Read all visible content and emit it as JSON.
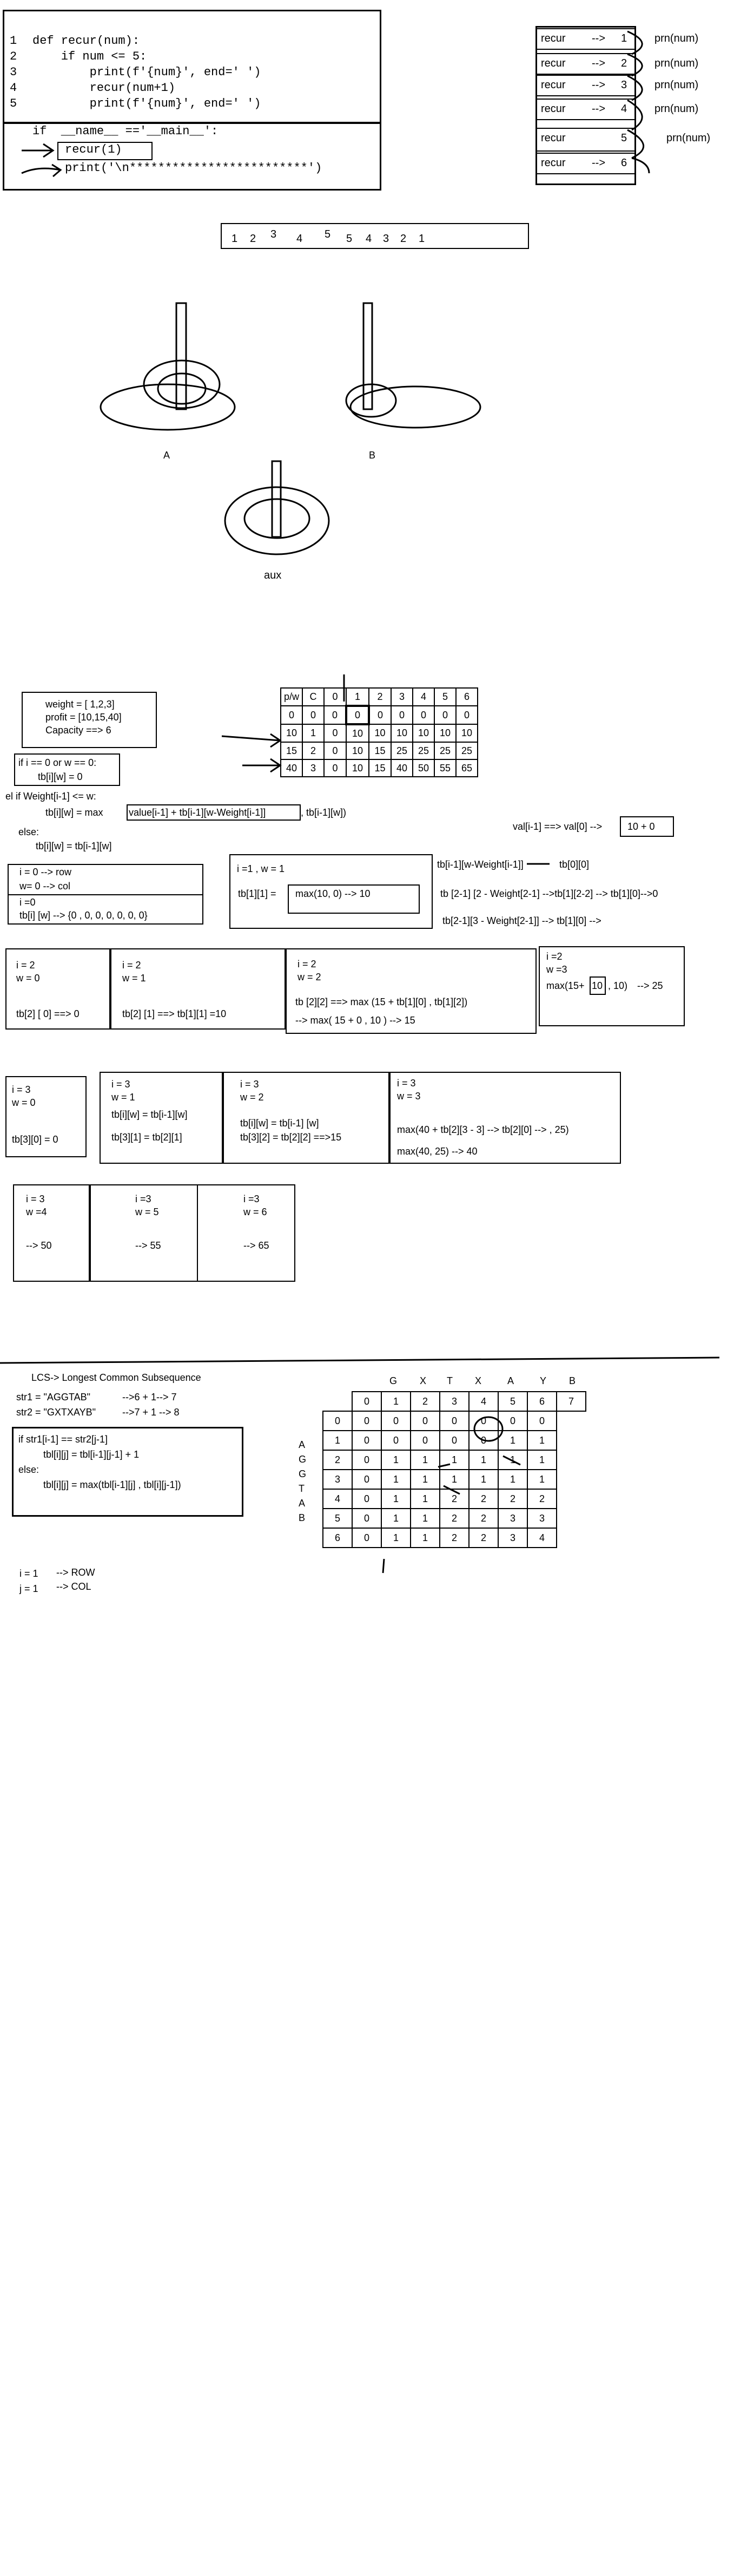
{
  "code": {
    "line_numbers": [
      "1",
      "2",
      "3",
      "4",
      "5"
    ],
    "lines": [
      "def recur(num):",
      "    if num <= 5:",
      "        print(f'{num}', end=' ')",
      "        recur(num+1)",
      "        print(f'{num}', end=' ')"
    ],
    "main_if": "if  __name__ =='__main__':",
    "main_call": "recur(1)",
    "main_print": "print('\\n*************************')"
  },
  "stack": {
    "frames": [
      {
        "name": "recur",
        "arrow": "-->",
        "num": "1",
        "prn": "prn(num)"
      },
      {
        "name": "recur",
        "arrow": "-->",
        "num": "2",
        "prn": "prn(num)"
      },
      {
        "name": "recur",
        "arrow": "-->",
        "num": "3",
        "prn": "prn(num)"
      },
      {
        "name": "recur",
        "arrow": "-->",
        "num": "4",
        "prn": "prn(num)"
      },
      {
        "name": "recur",
        "arrow": "",
        "num": "5",
        "prn": "prn(num)"
      },
      {
        "name": "recur",
        "arrow": "-->",
        "num": "6",
        "prn": ""
      }
    ]
  },
  "output_strip": [
    "1",
    "2",
    "3",
    "4",
    "5",
    "5",
    "4",
    "3",
    "2",
    "1"
  ],
  "hanoi": {
    "a": "A",
    "b": "B",
    "aux": "aux"
  },
  "knapsack": {
    "weight": "weight = [ 1,2,3]",
    "profit": "profit = [10,15,40]",
    "capacity": "Capacity ==> 6",
    "base_if": "if i == 0 or w == 0:",
    "base_assign": "tb[i][w] = 0",
    "elif": "el if Weight[i-1] <= w:",
    "elif_assign_pre": "tb[i][w] =  max",
    "elif_assign_box": "value[i-1] + tb[i-1][w-Weight[i-1]]",
    "elif_assign_post": ", tb[i-1][w])",
    "else": "else:",
    "else_assign": "tb[i][w] =  tb[i-1][w]",
    "row_note_1": "i = 0 --> row",
    "row_note_2": "w= 0 --> col",
    "row_note_3": "i =0",
    "row_note_4": "tb[i] [w]  --> {0 , 0, 0, 0, 0, 0, 0}",
    "table_header": [
      "p/w",
      "C",
      "0",
      "1",
      "2",
      "3",
      "4",
      "5",
      "6"
    ],
    "table_rows": [
      [
        "0",
        "0",
        "0",
        "0",
        "0",
        "0",
        "0",
        "0",
        "0"
      ],
      [
        "10",
        "1",
        "0",
        "10",
        "10",
        "10",
        "10",
        "10",
        "10"
      ],
      [
        "15",
        "2",
        "0",
        "10",
        "15",
        "25",
        "25",
        "25",
        "25"
      ],
      [
        "40",
        "3",
        "0",
        "10",
        "15",
        "40",
        "50",
        "55",
        "65"
      ]
    ],
    "val_note": "val[i-1] ==> val[0] -->",
    "val_result": "10 + 0",
    "note_1": "tb[i-1][w-Weight[i-1]]",
    "note_1b": "tb[0][0]",
    "note_2": "tb [2-1] [2 - Weight[2-1] -->tb[1][2-2] --> tb[1][0]-->0",
    "note_3": "tb[2-1][3 - Weight[2-1]] --> tb[1][0] -->",
    "box_i1_title": "i =1 , w =  1",
    "box_i1_pre": "tb[1][1] =",
    "box_i1_inner": "max(10, 0) --> 10",
    "steps_row1": [
      {
        "l1": "i = 2",
        "l2": "w = 0",
        "l3": "tb[2] [ 0] ==> 0"
      },
      {
        "l1": "i = 2",
        "l2": "w = 1",
        "l3": "tb[2] [1] ==>  tb[1][1]  =10"
      },
      {
        "l1": "i = 2",
        "l2": "w = 2",
        "l3": "tb [2][2] ==>  max (15 +  tb[1][0]      , tb[1][2])",
        "l4": "-->  max( 15 + 0   ,  10 ) --> 15"
      },
      {
        "l1": "i =2",
        "l2": "w =3",
        "l3a": "max(15+",
        "l3b": "10",
        "l3c": ", 10)",
        "l3d": "--> 25"
      }
    ],
    "steps_row2": [
      {
        "l1": "i = 3",
        "l2": "w = 0",
        "l3": "tb[3][0] = 0"
      },
      {
        "l1": "i = 3",
        "l2": "w = 1",
        "l3": "tb[i][w] = tb[i-1][w]",
        "l4": "tb[3][1] = tb[2][1]"
      },
      {
        "l1": "i = 3",
        "l2": "w = 2",
        "l3": "tb[i][w] = tb[i-1] [w]",
        "l4": "tb[3][2] = tb[2][2]   ==>15"
      },
      {
        "l1": "i = 3",
        "l2": "w = 3",
        "l3": "max(40 +   tb[2][3 - 3] --> tb[2][0] -->  , 25)",
        "l4": "max(40, 25) --> 40"
      }
    ],
    "steps_row3": [
      {
        "l1": "i = 3",
        "l2": "w =4",
        "l3": "--> 50"
      },
      {
        "l1": "i =3",
        "l2": "w = 5",
        "l3": "--> 55"
      },
      {
        "l1": "i =3",
        "l2": "w = 6",
        "l3": "--> 65"
      }
    ]
  },
  "lcs": {
    "title": "LCS-> Longest Common Subsequence",
    "str1": "str1 = \"AGGTAB\"",
    "str1_note": "-->6 + 1--> 7",
    "str2": "str2 = \"GXTXAYB\"",
    "str2_note": "-->7 + 1 --> 8",
    "code": [
      "if str1[i-1] == str2[j-1]",
      "tbl[i][j] = tbl[i-1][j-1] + 1",
      "else:",
      "tbl[i][j] = max(tbl[i-1][j] , tbl[i][j-1])"
    ],
    "i_note": "i = 1",
    "i_note2": "--> ROW",
    "j_note": "j = 1",
    "j_note2": "--> COL",
    "col_letters": [
      "G",
      "X",
      "T",
      "X",
      "A",
      "Y",
      "B"
    ],
    "row_letters": [
      "A",
      "G",
      "G",
      "T",
      "A",
      "B"
    ],
    "header_nums": [
      "0",
      "1",
      "2",
      "3",
      "4",
      "5",
      "6",
      "7"
    ],
    "rows": [
      [
        "0",
        "0",
        "0",
        "0",
        "0",
        "0",
        "0",
        "0"
      ],
      [
        "1",
        "0",
        "0",
        "0",
        "0",
        "0",
        "1",
        "1"
      ],
      [
        "2",
        "0",
        "1",
        "1",
        "1",
        "1",
        "1",
        "1"
      ],
      [
        "3",
        "0",
        "1",
        "1",
        "1",
        "1",
        "1",
        "1"
      ],
      [
        "4",
        "0",
        "1",
        "1",
        "2",
        "2",
        "2",
        "2"
      ],
      [
        "5",
        "0",
        "1",
        "1",
        "2",
        "2",
        "3",
        "3"
      ],
      [
        "6",
        "0",
        "1",
        "1",
        "2",
        "2",
        "3",
        "4"
      ]
    ]
  }
}
